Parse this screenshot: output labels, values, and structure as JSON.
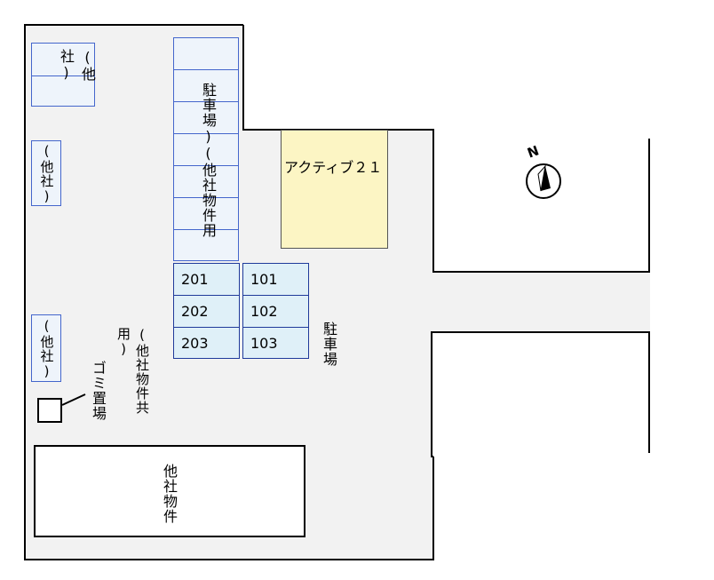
{
  "labels": {
    "other_company": "(他社)",
    "other_company_spaced": "(他 社)",
    "other_company_shared_parking": "(他社物件用",
    "parking_suffix": "駐車場)",
    "building_name": "アクティブ２１",
    "parking": "駐車場",
    "garbage": "ゴミ置場",
    "garbage_note": "(他社物件共用)",
    "other_property": "他社物件"
  },
  "units_left": [
    "201",
    "202",
    "203"
  ],
  "units_right": [
    "101",
    "102",
    "103"
  ],
  "compass": {
    "label": "N"
  },
  "colors": {
    "building": "#fcf5c4",
    "parking_fill": "#dff0f8",
    "parking_border": "#1f3a9a",
    "ground": "#f2f2f2"
  }
}
